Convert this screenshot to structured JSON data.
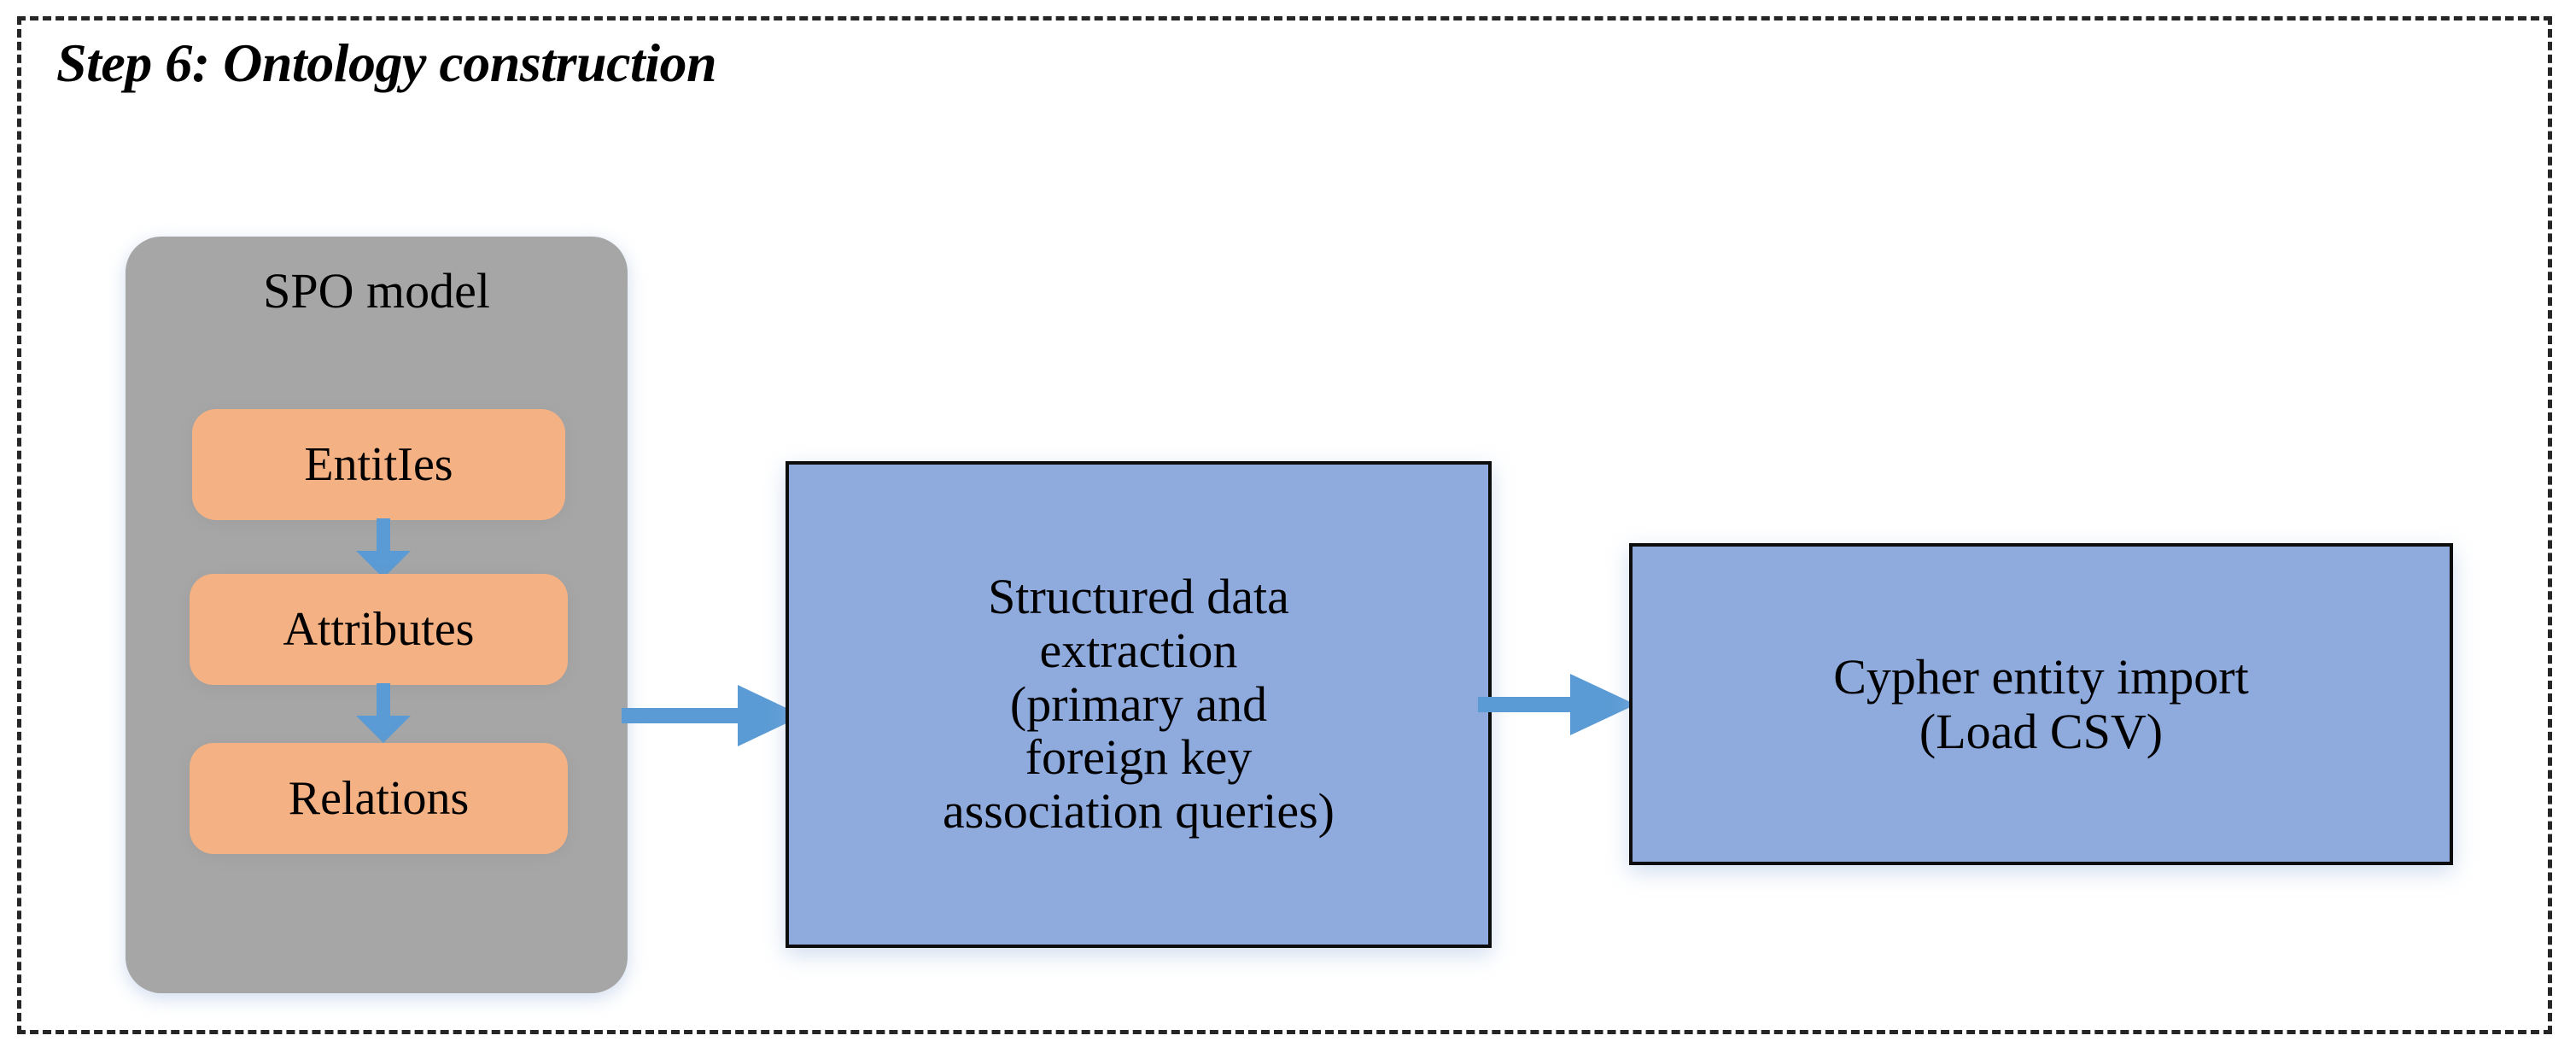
{
  "diagram": {
    "title": "Step 6: Ontology construction",
    "frame": {
      "style": "dashed",
      "color": "#262626"
    },
    "colors": {
      "group_fill": "#a6a6a6",
      "item_fill": "#f4b183",
      "process_fill": "#8faadc",
      "process_border": "#0d0d0d",
      "arrow": "#5b9bd5",
      "text": "#000000"
    },
    "spo_group": {
      "label": "SPO model",
      "items": [
        {
          "label": "EntitIes"
        },
        {
          "label": "Attributes"
        },
        {
          "label": "Relations"
        }
      ],
      "internal_arrows": [
        {
          "name": "entities-to-attributes",
          "direction": "down"
        },
        {
          "name": "attributes-to-relations",
          "direction": "down"
        }
      ]
    },
    "process_boxes": [
      {
        "name": "structured-data-extraction",
        "lines": [
          "Structured data",
          "extraction",
          "(primary and",
          "foreign key",
          "association queries)"
        ]
      },
      {
        "name": "cypher-entity-import",
        "lines": [
          "Cypher entity import",
          "(Load CSV)"
        ]
      }
    ],
    "flow_arrows": [
      {
        "name": "spo-to-extraction",
        "direction": "right"
      },
      {
        "name": "extraction-to-cypher",
        "direction": "right"
      }
    ]
  }
}
